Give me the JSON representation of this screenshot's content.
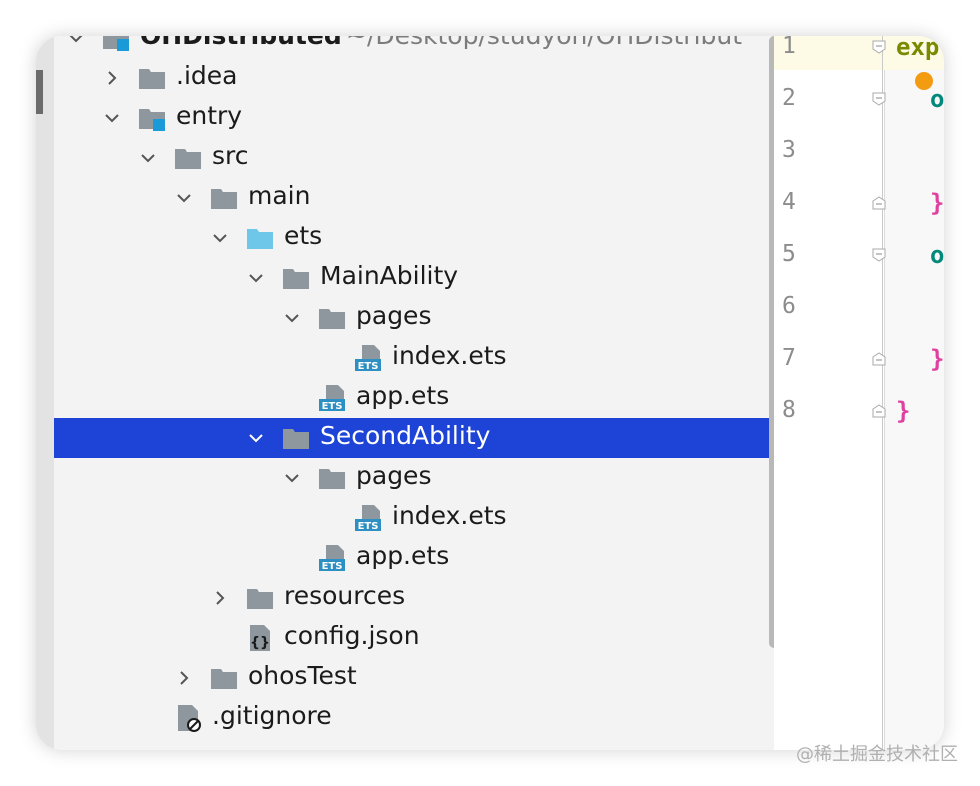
{
  "project": {
    "name": "OHDistributed",
    "path": "~/Desktop/studyon/OHDistribut"
  },
  "tree": [
    {
      "label": ".idea",
      "indent": 1,
      "chevron": "right",
      "icon": "folder-icon"
    },
    {
      "label": "entry",
      "indent": 1,
      "chevron": "down",
      "icon": "module-folder-icon"
    },
    {
      "label": "src",
      "indent": 2,
      "chevron": "down",
      "icon": "folder-icon"
    },
    {
      "label": "main",
      "indent": 3,
      "chevron": "down",
      "icon": "folder-icon"
    },
    {
      "label": "ets",
      "indent": 4,
      "chevron": "down",
      "icon": "source-folder-icon"
    },
    {
      "label": "MainAbility",
      "indent": 5,
      "chevron": "down",
      "icon": "folder-icon"
    },
    {
      "label": "pages",
      "indent": 6,
      "chevron": "down",
      "icon": "folder-icon"
    },
    {
      "label": "index.ets",
      "indent": 7,
      "chevron": "none",
      "icon": "ets-file-icon"
    },
    {
      "label": "app.ets",
      "indent": 6,
      "chevron": "none",
      "icon": "ets-file-icon"
    },
    {
      "label": "SecondAbility",
      "indent": 5,
      "chevron": "down",
      "icon": "folder-icon",
      "selected": true
    },
    {
      "label": "pages",
      "indent": 6,
      "chevron": "down",
      "icon": "folder-icon"
    },
    {
      "label": "index.ets",
      "indent": 7,
      "chevron": "none",
      "icon": "ets-file-icon"
    },
    {
      "label": "app.ets",
      "indent": 6,
      "chevron": "none",
      "icon": "ets-file-icon"
    },
    {
      "label": "resources",
      "indent": 4,
      "chevron": "right",
      "icon": "folder-icon"
    },
    {
      "label": "config.json",
      "indent": 4,
      "chevron": "none",
      "icon": "json-file-icon"
    },
    {
      "label": "ohosTest",
      "indent": 3,
      "chevron": "right",
      "icon": "folder-icon"
    },
    {
      "label": ".gitignore",
      "indent": 2,
      "chevron": "none",
      "icon": "gitignore-file-icon"
    }
  ],
  "editor": {
    "line_numbers": [
      "1",
      "2",
      "3",
      "4",
      "5",
      "6",
      "7",
      "8"
    ],
    "fragments": [
      {
        "line": 1,
        "text": "exp",
        "color": "#7a8a00"
      },
      {
        "line": 2,
        "text": "o",
        "color": "#00897b"
      },
      {
        "line": 4,
        "text": "}",
        "color": "#e040a0"
      },
      {
        "line": 5,
        "text": "o",
        "color": "#00897b"
      },
      {
        "line": 7,
        "text": "}",
        "color": "#e040a0"
      },
      {
        "line": 8,
        "text": "}",
        "color": "#e040a0"
      }
    ]
  },
  "colors": {
    "selection": "#1d44d6",
    "folder": "#8e979e",
    "source_folder": "#6ec6e8",
    "ets_badge": "#2e8fc2"
  },
  "watermark": "@稀土掘金技术社区"
}
